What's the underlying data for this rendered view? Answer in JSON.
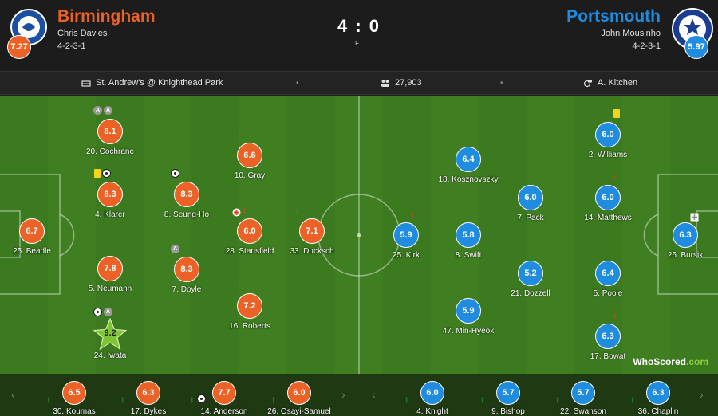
{
  "home": {
    "name": "Birmingham",
    "coach": "Chris Davies",
    "formation": "4-2-3-1",
    "rating": "7.27",
    "color": "#ec6126"
  },
  "away": {
    "name": "Portsmouth",
    "coach": "John Mousinho",
    "formation": "4-2-3-1",
    "rating": "5.97",
    "color": "#1f8ce0"
  },
  "score": "4 : 0",
  "status": "FT",
  "info": {
    "venue": "St. Andrew's @ Knighthead Park",
    "attendance": "27,903",
    "referee": "A. Kitchen"
  },
  "home_players": [
    {
      "num_name": "20. Cochrane",
      "rating": "8.1"
    },
    {
      "num_name": "4. Klarer",
      "rating": "8.3"
    },
    {
      "num_name": "25. Beadle",
      "rating": "6.7"
    },
    {
      "num_name": "5. Neumann",
      "rating": "7.8"
    },
    {
      "num_name": "24. Iwata",
      "rating": "9.2"
    },
    {
      "num_name": "8. Seung-Ho",
      "rating": "8.3"
    },
    {
      "num_name": "7. Doyle",
      "rating": "8.3"
    },
    {
      "num_name": "10. Gray",
      "rating": "6.6"
    },
    {
      "num_name": "28. Stansfield",
      "rating": "6.0"
    },
    {
      "num_name": "16. Roberts",
      "rating": "7.2"
    },
    {
      "num_name": "33. Ducksch",
      "rating": "7.1"
    }
  ],
  "away_players": [
    {
      "num_name": "25. Kirk",
      "rating": "5.9"
    },
    {
      "num_name": "18. Kosznovszky",
      "rating": "6.4"
    },
    {
      "num_name": "8. Swift",
      "rating": "5.8"
    },
    {
      "num_name": "47. Min-Hyeok",
      "rating": "5.9"
    },
    {
      "num_name": "7. Pack",
      "rating": "6.0"
    },
    {
      "num_name": "21. Dozzell",
      "rating": "5.2"
    },
    {
      "num_name": "2. Williams",
      "rating": "6.0"
    },
    {
      "num_name": "14. Matthews",
      "rating": "6.0"
    },
    {
      "num_name": "5. Poole",
      "rating": "6.4"
    },
    {
      "num_name": "17. Bowat",
      "rating": "6.3"
    },
    {
      "num_name": "26. Bursik",
      "rating": "6.3"
    }
  ],
  "home_subs": [
    {
      "num_name": "30. Koumas",
      "rating": "6.5"
    },
    {
      "num_name": "17. Dykes",
      "rating": "6.3"
    },
    {
      "num_name": "14. Anderson",
      "rating": "7.7"
    },
    {
      "num_name": "26. Osayi-Samuel",
      "rating": "6.0"
    }
  ],
  "away_subs": [
    {
      "num_name": "4. Knight",
      "rating": "6.0"
    },
    {
      "num_name": "9. Bishop",
      "rating": "5.7"
    },
    {
      "num_name": "22. Swanson",
      "rating": "5.7"
    },
    {
      "num_name": "36. Chaplin",
      "rating": "6.3"
    }
  ],
  "assist_letter": "A",
  "watermark": {
    "brand": "WhoScored",
    "tld": ".com"
  },
  "icons": [
    "stadium-icon",
    "attendance-icon",
    "referee-icon",
    "whistle-icon",
    "football-icon",
    "yellow-card-icon",
    "sub-out-arrow-icon",
    "sub-in-arrow-icon",
    "assist-icon",
    "man-of-match-star-icon"
  ]
}
